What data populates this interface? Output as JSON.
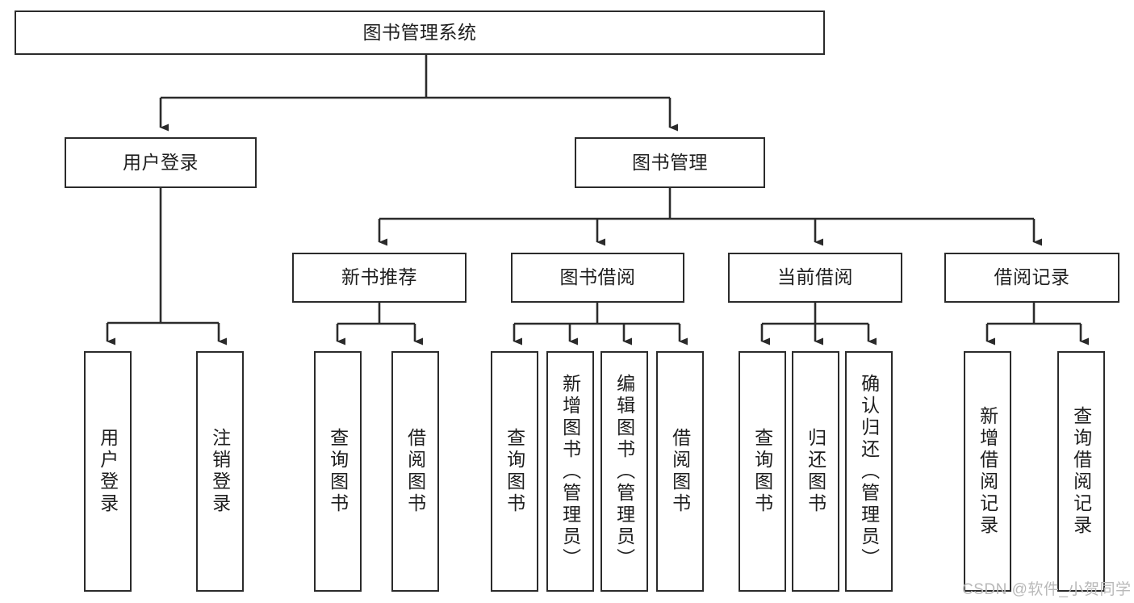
{
  "diagram": {
    "title": "图书管理系统",
    "type": "tree-hierarchy-functional-structure",
    "orientation": "top-down",
    "colors": {
      "node_border": "#2b2b2b",
      "node_fill": "#ffffff",
      "edge": "#2b2b2b",
      "text": "#1e1e1e",
      "watermark": "#b9b9b9",
      "background": "#ffffff"
    },
    "root": {
      "label": "图书管理系统"
    },
    "level2": [
      {
        "label": "用户登录"
      },
      {
        "label": "图书管理"
      }
    ],
    "level3": [
      {
        "label": "新书推荐"
      },
      {
        "label": "图书借阅"
      },
      {
        "label": "当前借阅"
      },
      {
        "label": "借阅记录"
      }
    ],
    "leaves_user_login": [
      {
        "label": "用户登录"
      },
      {
        "label": "注销登录"
      }
    ],
    "leaves_new_book": [
      {
        "label": "查询图书"
      },
      {
        "label": "借阅图书"
      }
    ],
    "leaves_borrow": [
      {
        "label": "查询图书"
      },
      {
        "label": "新增图书（管理员）"
      },
      {
        "label": "编辑图书（管理员）"
      },
      {
        "label": "借阅图书"
      }
    ],
    "leaves_current": [
      {
        "label": "查询图书"
      },
      {
        "label": "归还图书"
      },
      {
        "label": "确认归还（管理员）"
      }
    ],
    "leaves_record": [
      {
        "label": "新增借阅记录"
      },
      {
        "label": "查询借阅记录"
      }
    ]
  },
  "watermark": {
    "text": "CSDN @软件_小贺同学"
  }
}
